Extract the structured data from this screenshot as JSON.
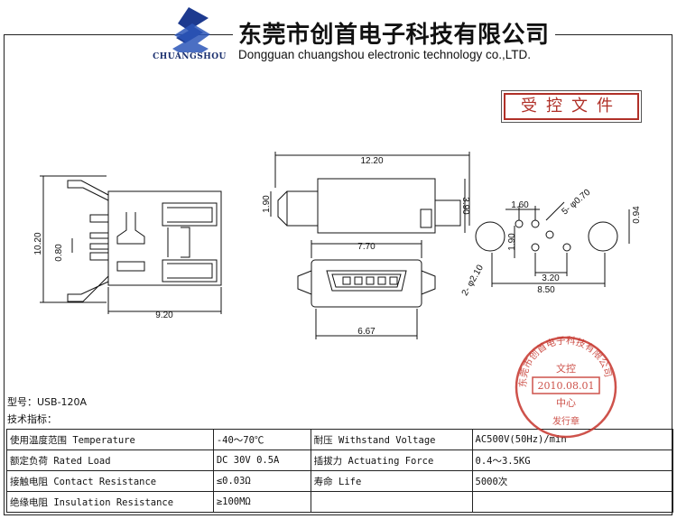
{
  "header": {
    "logo_text": "CHUANGSHOU",
    "company_cn": "东莞市创首电子科技有限公司",
    "company_en": "Dongguan chuangshou electronic technology co.,LTD."
  },
  "controlled_doc": "受控文件",
  "dimensions": {
    "side_height": "10.20",
    "pin_pitch": "0.80",
    "side_length": "9.20",
    "top_length": "12.20",
    "top_small": "1.90",
    "top_height": "3.90",
    "front_width_top": "7.70",
    "front_width_bottom": "6.67",
    "pcb_1_60": "1.60",
    "pcb_1_90": "1.90",
    "pcb_hole": "5- φ0.70",
    "pcb_0_94": "0.94",
    "pcb_peg": "2- φ2.10",
    "pcb_3_20": "3.20",
    "pcb_8_50": "8.50"
  },
  "stamp": {
    "ring_text": "东莞市创首电子科技有限公司",
    "top": "文控",
    "date": "2010.08.01",
    "bottom": "中心",
    "footer": "发行章"
  },
  "model_label": "型号：",
  "model_value": "USB-120A",
  "tech_label": "技术指标：",
  "specs": [
    {
      "k1": "使用温度范围 Temperature",
      "v1": "-40～70℃",
      "k2": "耐压 Withstand Voltage",
      "v2": "AC500V(50Hz)/min"
    },
    {
      "k1": "额定负荷 Rated Load",
      "v1": "DC 30V 0.5A",
      "k2": "插拔力 Actuating Force",
      "v2": "0.4～3.5KG"
    },
    {
      "k1": "接触电阻 Contact Resistance",
      "v1": "≤0.03Ω",
      "k2": "寿命 Life",
      "v2": "5000次"
    },
    {
      "k1": "绝缘电阻 Insulation Resistance",
      "v1": "≥100MΩ",
      "k2": "",
      "v2": ""
    }
  ]
}
